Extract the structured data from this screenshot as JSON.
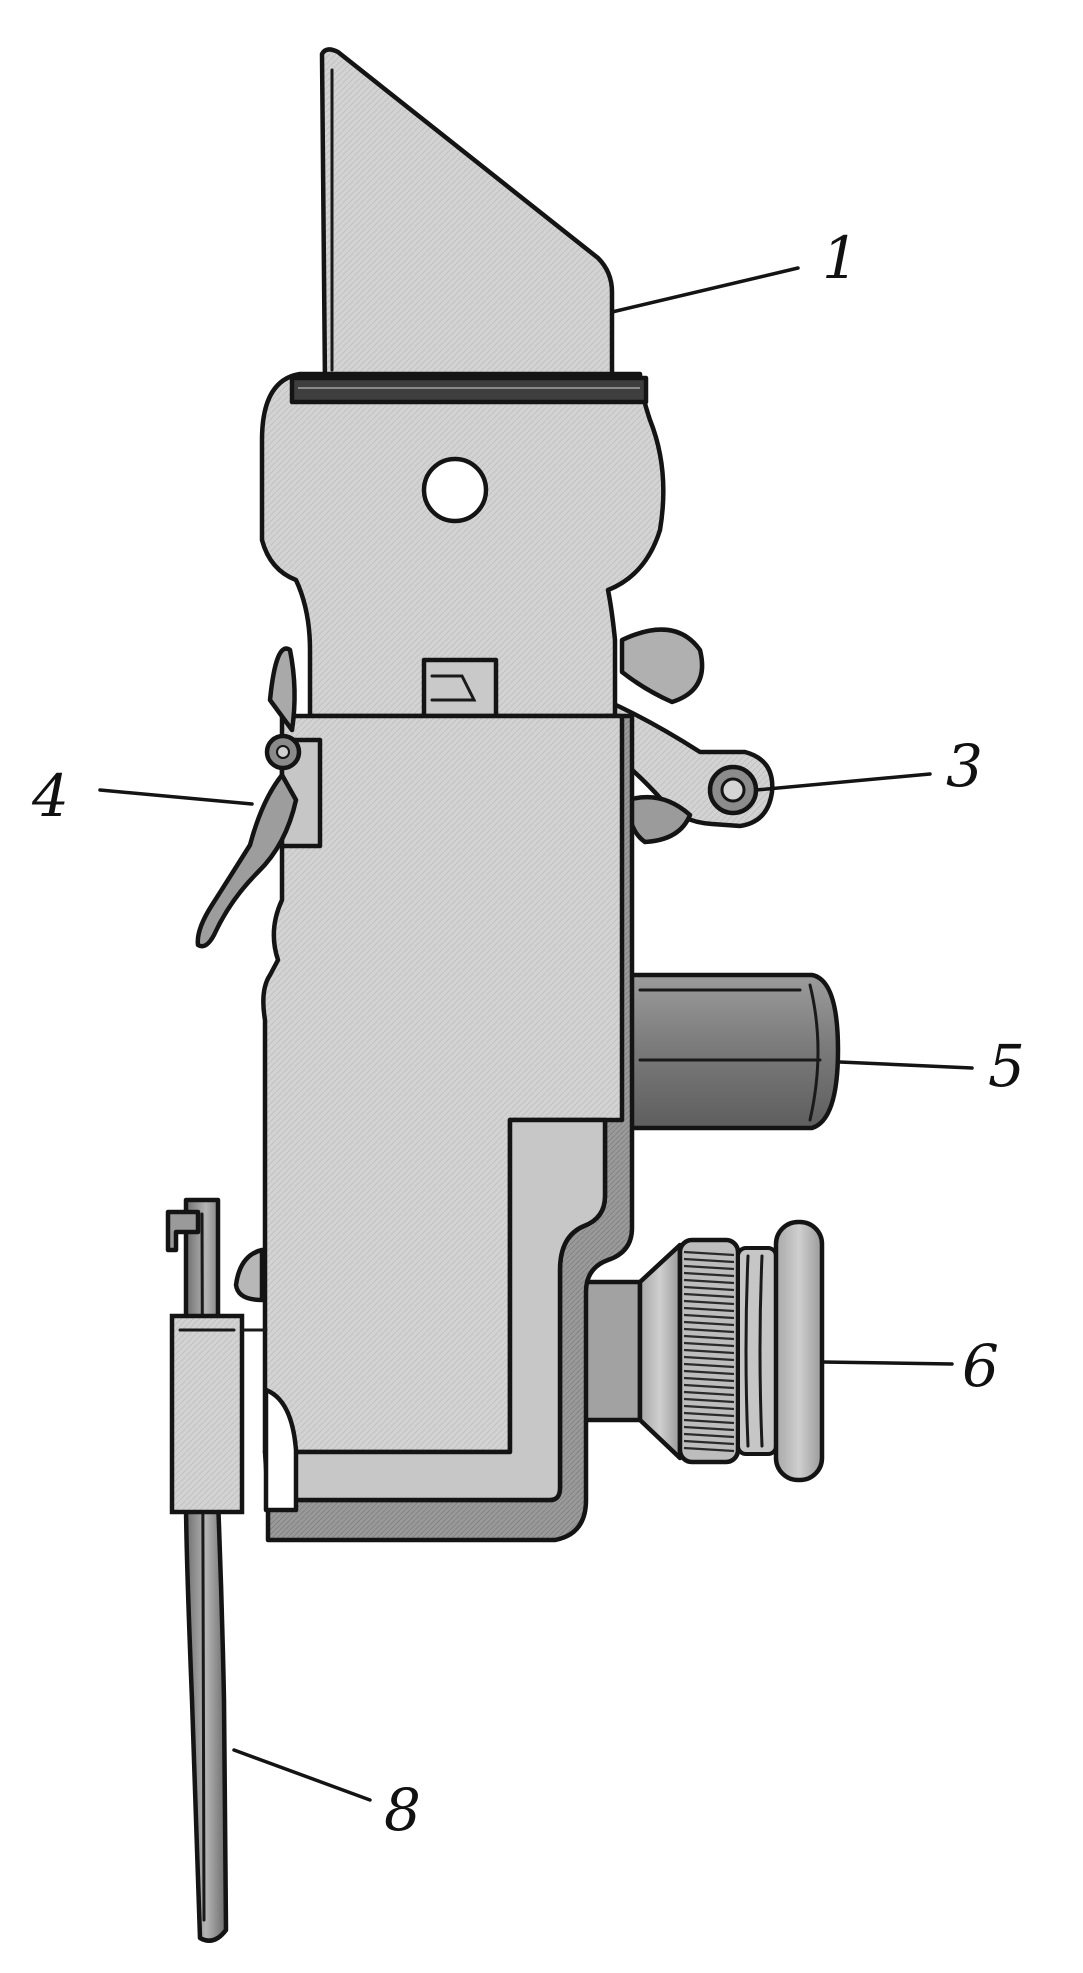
{
  "figure": {
    "colors": {
      "background": "#ffffff",
      "ink": "#141414",
      "metal_light": "#d6d6d6",
      "metal_mid": "#bdbdbd",
      "metal_dark": "#8e8e8e"
    },
    "callouts": [
      {
        "id": "c1",
        "label": "1"
      },
      {
        "id": "c3",
        "label": "3"
      },
      {
        "id": "c4",
        "label": "4"
      },
      {
        "id": "c5",
        "label": "5"
      },
      {
        "id": "c6",
        "label": "6"
      },
      {
        "id": "c8",
        "label": "8"
      }
    ]
  }
}
